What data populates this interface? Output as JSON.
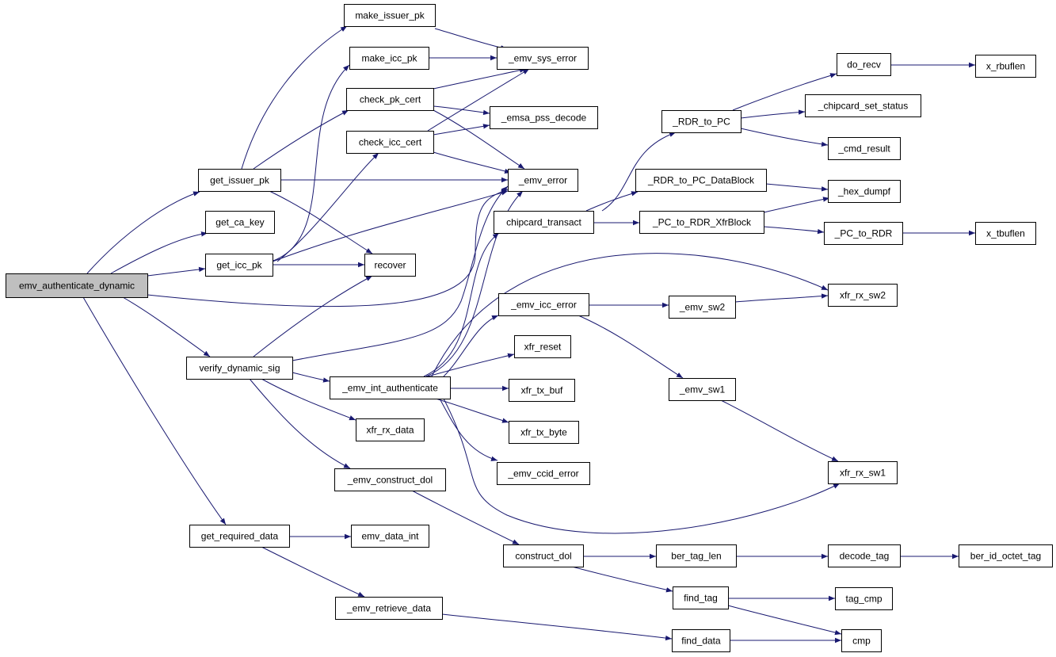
{
  "graph": {
    "edge_color": "#191970",
    "root_fill": "#bfbfbf",
    "nodes": {
      "root": "emv_authenticate_dynamic",
      "make_issuer_pk": "make_issuer_pk",
      "make_icc_pk": "make_icc_pk",
      "check_pk_cert": "check_pk_cert",
      "check_icc_cert": "check_icc_cert",
      "get_issuer_pk": "get_issuer_pk",
      "get_ca_key": "get_ca_key",
      "get_icc_pk": "get_icc_pk",
      "recover": "recover",
      "emv_sys_error": "_emv_sys_error",
      "emsa_pss_decode": "_emsa_pss_decode",
      "emv_error": "_emv_error",
      "chipcard_transact": "chipcard_transact",
      "rdr_to_pc": "_RDR_to_PC",
      "rdr_to_pc_datablock": "_RDR_to_PC_DataBlock",
      "pc_to_rdr_xfrblock": "_PC_to_RDR_XfrBlock",
      "do_recv": "do_recv",
      "x_rbuflen": "x_rbuflen",
      "chipcard_set_status": "_chipcard_set_status",
      "cmd_result": "_cmd_result",
      "hex_dumpf": "_hex_dumpf",
      "pc_to_rdr": "_PC_to_RDR",
      "x_tbuflen": "x_tbuflen",
      "verify_dynamic_sig": "verify_dynamic_sig",
      "emv_icc_error": "_emv_icc_error",
      "emv_sw2": "_emv_sw2",
      "xfr_rx_sw2": "xfr_rx_sw2",
      "xfr_reset": "xfr_reset",
      "emv_int_authenticate": "_emv_int_authenticate",
      "xfr_tx_buf": "xfr_tx_buf",
      "emv_sw1": "_emv_sw1",
      "xfr_rx_data": "xfr_rx_data",
      "xfr_tx_byte": "xfr_tx_byte",
      "emv_construct_dol": "_emv_construct_dol",
      "emv_ccid_error": "_emv_ccid_error",
      "xfr_rx_sw1": "xfr_rx_sw1",
      "get_required_data": "get_required_data",
      "emv_data_int": "emv_data_int",
      "construct_dol": "construct_dol",
      "ber_tag_len": "ber_tag_len",
      "decode_tag": "decode_tag",
      "ber_id_octet_tag": "ber_id_octet_tag",
      "find_tag": "find_tag",
      "tag_cmp": "tag_cmp",
      "emv_retrieve_data": "_emv_retrieve_data",
      "find_data": "find_data",
      "cmp": "cmp"
    }
  }
}
